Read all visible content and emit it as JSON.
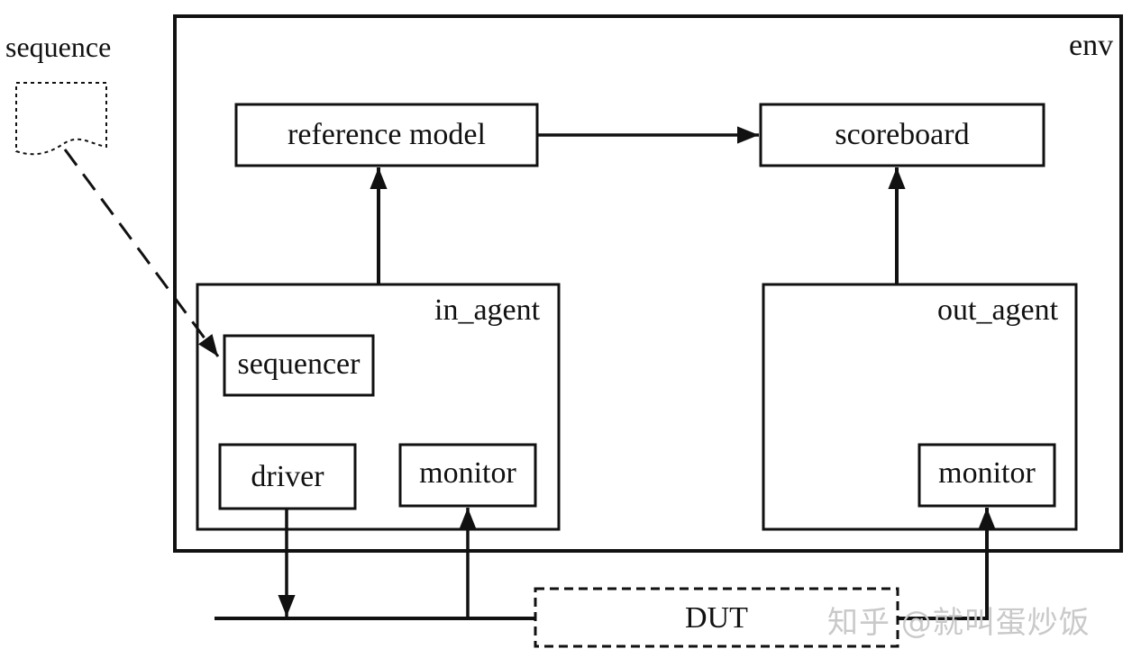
{
  "diagram": {
    "env_label": "env",
    "sequence_label": "sequence",
    "reference_model_label": "reference model",
    "scoreboard_label": "scoreboard",
    "in_agent_label": "in_agent",
    "out_agent_label": "out_agent",
    "sequencer_label": "sequencer",
    "driver_label": "driver",
    "in_monitor_label": "monitor",
    "out_monitor_label": "monitor",
    "dut_label": "DUT",
    "watermark": "知乎 @就叫蛋炒饭"
  },
  "colors": {
    "stroke": "#111111",
    "background": "#ffffff",
    "watermark": "#c9c9c9"
  }
}
